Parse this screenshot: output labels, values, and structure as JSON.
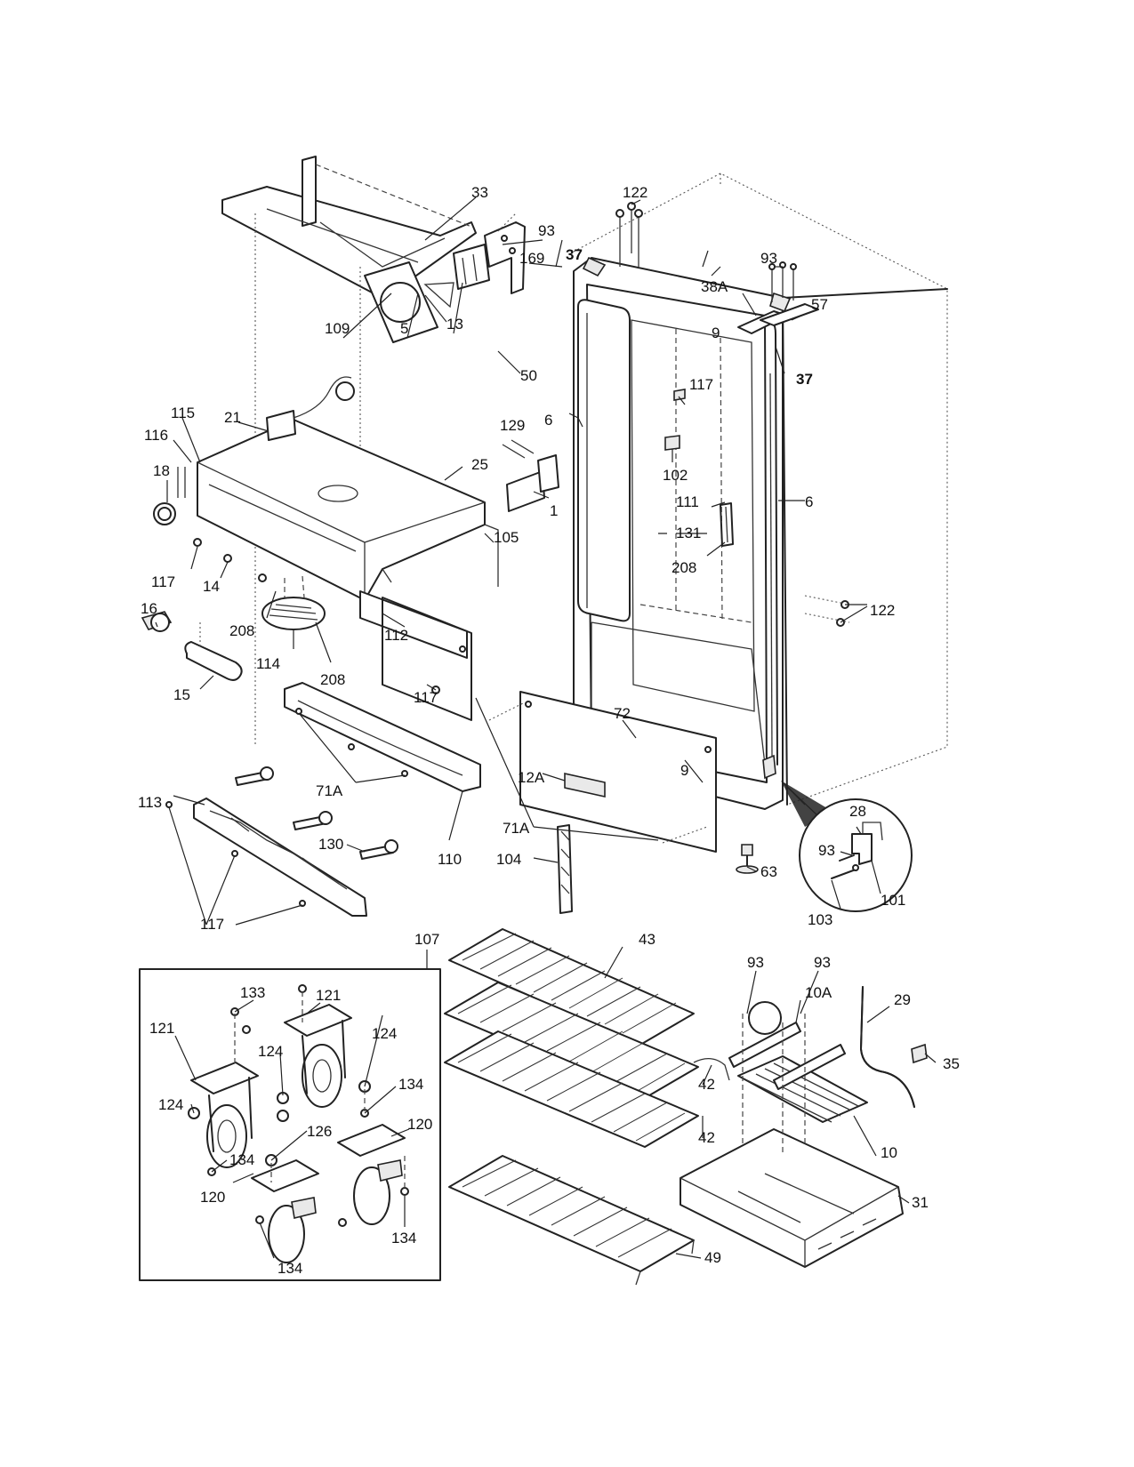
{
  "labels": {
    "l33": "33",
    "l122a": "122",
    "l93a": "93",
    "l37a": "37",
    "l169": "169",
    "l13": "13",
    "l5": "5",
    "l109": "109",
    "l50": "50",
    "l93b": "93",
    "l38A": "38A",
    "l57": "57",
    "l9a": "9",
    "l37b": "37",
    "l117a": "117",
    "l6a": "6",
    "l129": "129",
    "l102": "102",
    "l115": "115",
    "l21": "21",
    "l116": "116",
    "l25": "25",
    "l18": "18",
    "l1": "1",
    "l111": "111",
    "l6b": "6",
    "l131": "131",
    "l208a": "208",
    "l105": "105",
    "l117b": "117",
    "l14": "14",
    "l122b": "122",
    "l16": "16",
    "l208b": "208",
    "l112": "112",
    "l114": "114",
    "l208c": "208",
    "l117c": "117",
    "l15": "15",
    "l72": "72",
    "l9b": "9",
    "l71Aa": "71A",
    "l12A": "12A",
    "l113": "113",
    "l28": "28",
    "l93c": "93",
    "l130": "130",
    "l110": "110",
    "l71Ab": "71A",
    "l104": "104",
    "l63": "63",
    "l101": "101",
    "l103": "103",
    "l117d": "117",
    "l107": "107",
    "l43": "43",
    "l93d": "93",
    "l93e": "93",
    "l10A": "10A",
    "l29": "29",
    "l133": "133",
    "l121a": "121",
    "l124a": "124",
    "l121b": "121",
    "l124b": "124",
    "l35": "35",
    "l42a": "42",
    "l134a": "134",
    "l124c": "124",
    "l126": "126",
    "l120a": "120",
    "l42b": "42",
    "l10": "10",
    "l134b": "134",
    "l120b": "120",
    "l31": "31",
    "l134c": "134",
    "l134d": "134",
    "l49": "49"
  }
}
